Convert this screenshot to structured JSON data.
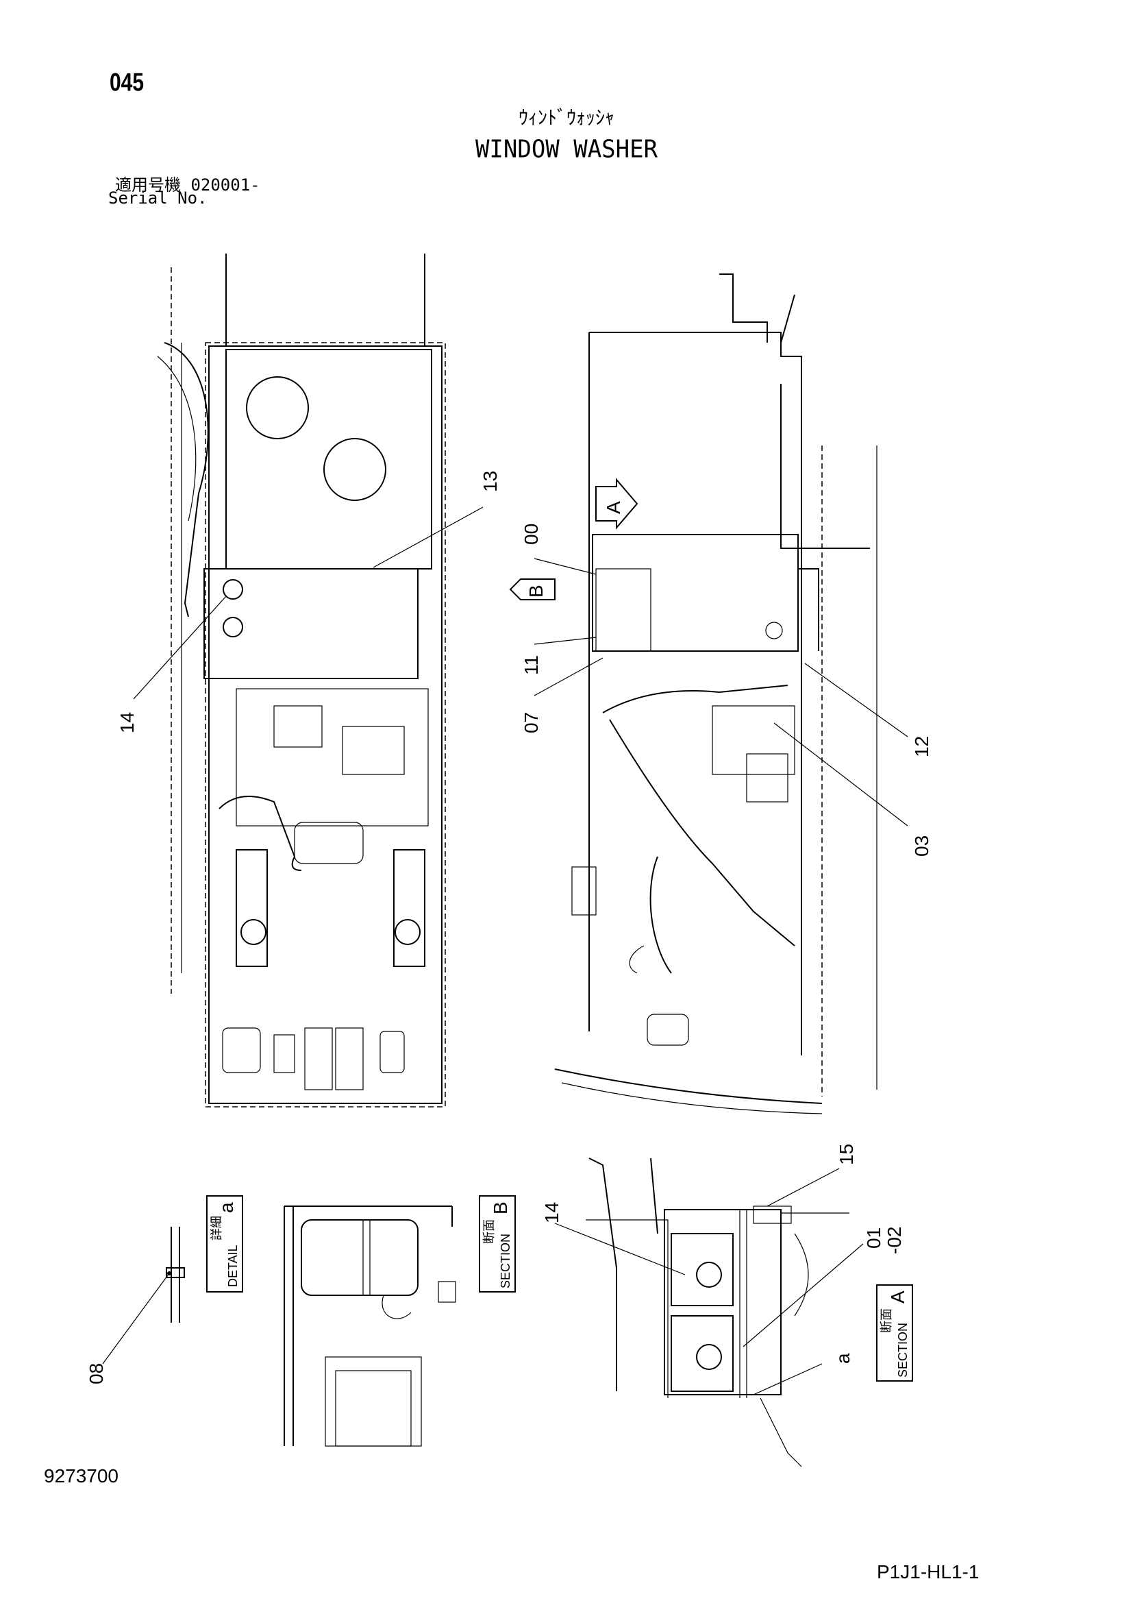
{
  "header": {
    "page_no": "045",
    "title_jp": "ｳｨﾝﾄﾞｳｫｯｼｬ",
    "title_en": "WINDOW WASHER",
    "serial_jp": "適用号機  020001-",
    "serial_en": "Serial No."
  },
  "callouts": {
    "c13": "13",
    "c14_top": "14",
    "c00": "00",
    "c11": "11",
    "c07": "07",
    "c12": "12",
    "c03": "03",
    "c15": "15",
    "c14_bottom": "14",
    "c01": "01",
    "c02": "-02",
    "c08": "08",
    "ca": "a",
    "arrow_a": "A",
    "arrow_b": "B"
  },
  "views": {
    "detail": {
      "letter": "a",
      "kanji": "詳細",
      "label": "DETAIL"
    },
    "section_b": {
      "letter": "B",
      "kanji": "断面",
      "label": "SECTION"
    },
    "section_a": {
      "letter": "A",
      "kanji": "断面",
      "label": "SECTION"
    }
  },
  "footer": {
    "doc_id": "9273700",
    "code_id": "P1J1-HL1-1"
  }
}
